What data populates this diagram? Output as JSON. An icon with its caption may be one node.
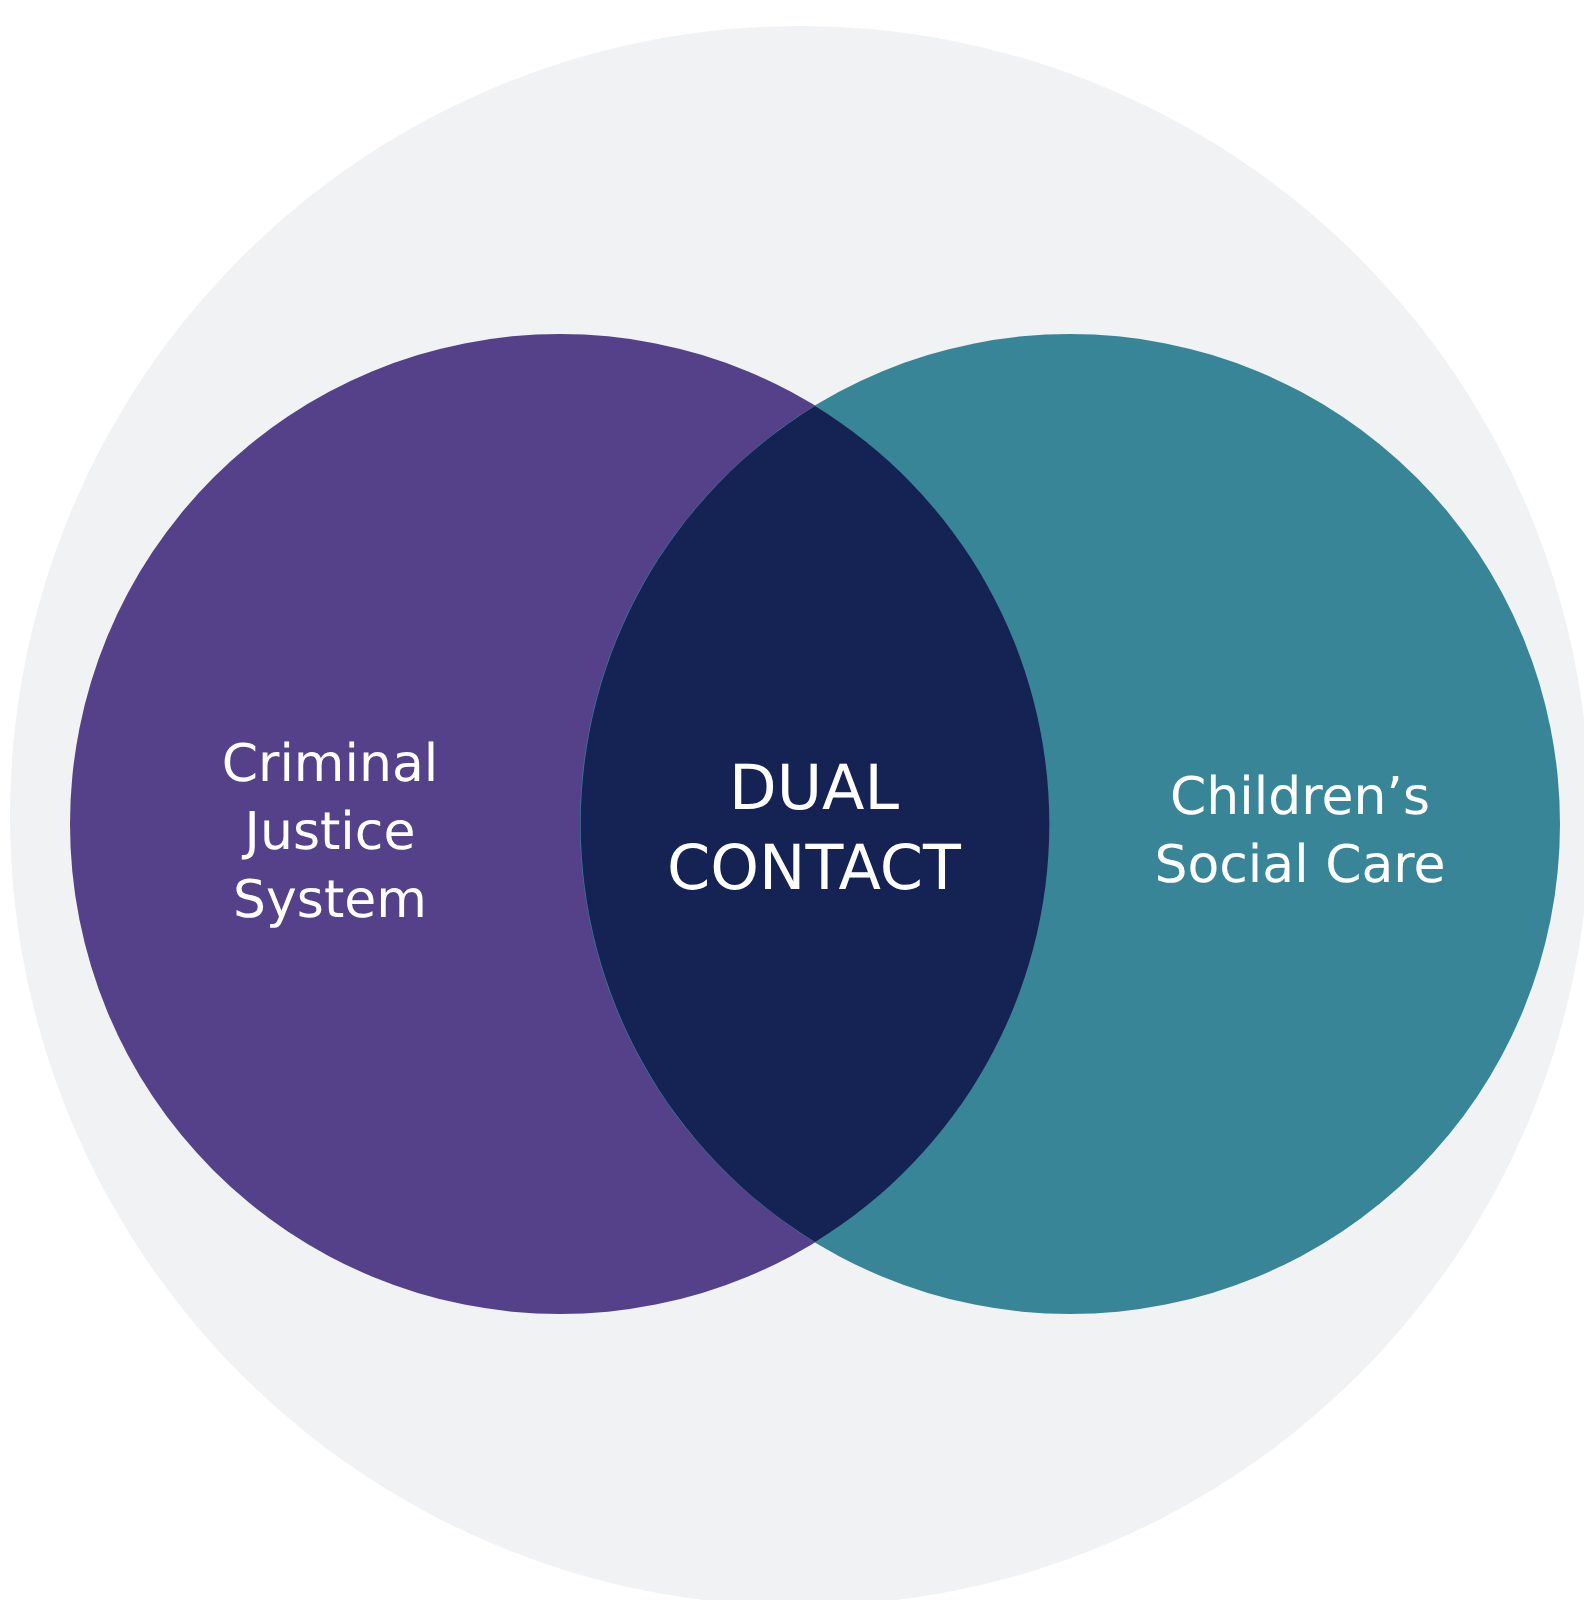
{
  "diagram": {
    "nodes": [
      {
        "text": [],
        "shape": "circle"
      },
      {
        "text": [
          "Criminal Justice System"
        ],
        "in": 0
      },
      {
        "text": [
          "Children’s Social Care"
        ],
        "in": 0
      },
      {
        "text": [
          "DUAL CONTACT"
        ]
      }
    ]
  }
}
